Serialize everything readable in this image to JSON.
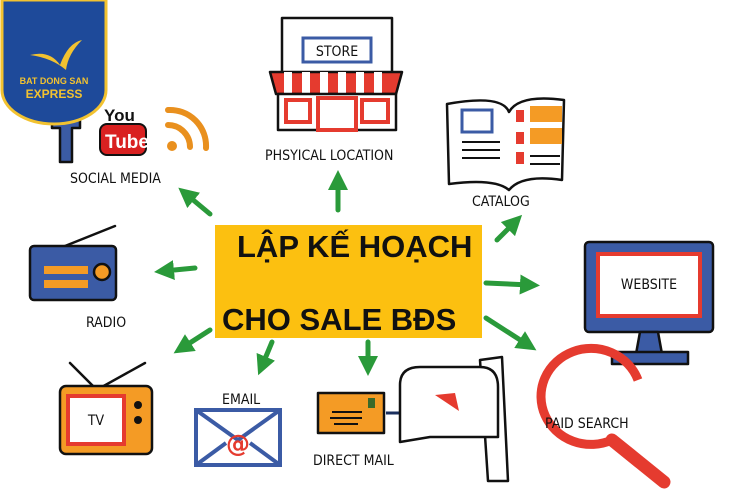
{
  "logo": {
    "line1": "BAT DONG SAN",
    "line2": "EXPRESS"
  },
  "center": {
    "line1": "LẬP KẾ HOẠCH",
    "line2": "CHO SALE BĐS"
  },
  "channels": {
    "social_media": "SOCIAL MEDIA",
    "youtube_top": "You",
    "youtube_bottom": "Tube",
    "physical_location": "PHSYICAL LOCATION",
    "store_sign": "STORE",
    "catalog": "CATALOG",
    "radio": "RADIO",
    "website": "WEBSITE",
    "tv": "TV",
    "email": "EMAIL",
    "direct_mail": "DIRECT MAIL",
    "paid_search": "PAID SEARCH"
  },
  "colors": {
    "center_box": "#fcc010",
    "arrow": "#2a9a3a",
    "logo_blue": "#1e4a9a",
    "logo_gold": "#f2c230"
  }
}
